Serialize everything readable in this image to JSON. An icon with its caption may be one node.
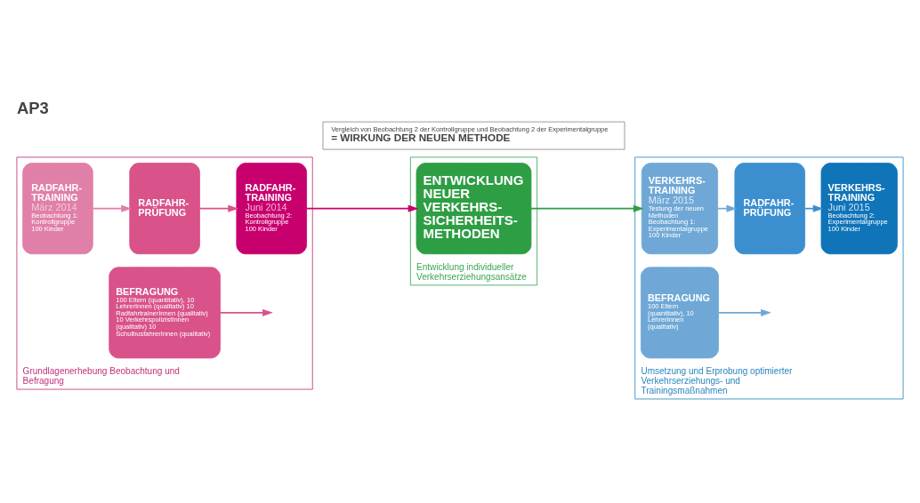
{
  "diagram": {
    "title": "AP3",
    "nodes": [
      {
        "text": [
          "Grundlagenerhebung Beobachtung und Befragung"
        ]
      },
      {
        "text": [
          "RADFAHR- TRAINING",
          "März 2014",
          "Beobachtung 1: Kontrollgruppe",
          "100 Kinder"
        ],
        "in": 0
      },
      {
        "text": [
          "RADFAHR- PRÜFUNG"
        ],
        "in": 0
      },
      {
        "text": [
          "RADFAHR- TRAINING",
          "Juni 2014",
          "Beobachtung 2: Kontrollgruppe",
          "100 Kinder"
        ],
        "in": 0
      },
      {
        "text": [
          "BEFRAGUNG",
          "100 Eltern (quantitativ), 10 LehrerInnen (qualitativ) 10 RadfahrtrainerInnen (qualitativ) 10 VerkehrspolizistInnen (qualitativ) 10 SchulbusfahrerInnen (qualitativ)"
        ],
        "in": 0
      },
      {
        "text": [
          "Entwicklung individueller Verkehrserziehungsansätze"
        ]
      },
      {
        "text": [
          "ENTWICKLUNG NEUER VERKEHRS- SICHERHEITS- METHODEN"
        ],
        "in": 5
      },
      {
        "text": [
          "Umsetzung und Erprobung optimierter Verkehrserziehungs- und Trainingsmaßnahmen"
        ]
      },
      {
        "text": [
          "VERKEHRS- TRAINING",
          "März 2015",
          "Testung der neuen Methoden",
          "Beobachtung 1: Experimentalgruppe",
          "100 Kinder"
        ],
        "in": 7
      },
      {
        "text": [
          "RADFAHR- PRÜFUNG"
        ],
        "in": 7
      },
      {
        "text": [
          "VERKEHRS- TRAINING",
          "Juni 2015",
          "Beobachtung 2: Experimentalgruppe",
          "100 Kinder"
        ],
        "in": 7
      },
      {
        "text": [
          "BEFRAGUNG",
          "100 Eltern (quantitativ), 10 LehrerInnen (qualitativ)"
        ],
        "in": 7
      },
      {
        "text": [
          "Vergleich von Beobachtung 2 der Kontrollgruppe und Beobachtung 2 der Experimentalgruppe",
          "= WIRKUNG DER NEUEN METHODE"
        ]
      }
    ],
    "edges": [
      {
        "from": 1,
        "to": 2,
        "arrow": "to",
        "color": "#e07fa8"
      },
      {
        "from": 2,
        "to": 3,
        "arrow": "to",
        "color": "#d9528a"
      },
      {
        "from": 3,
        "to": 6,
        "arrow": "to",
        "color": "#c8006e"
      },
      {
        "from": 4,
        "to": null,
        "arrow": "to",
        "color": "#d9528a"
      },
      {
        "from": 6,
        "to": 8,
        "arrow": "to",
        "color": "#2e9e44"
      },
      {
        "from": 8,
        "to": 9,
        "arrow": "to",
        "color": "#6fa8d6"
      },
      {
        "from": 9,
        "to": 10,
        "arrow": "to",
        "color": "#3b8fcf"
      },
      {
        "from": 11,
        "to": null,
        "arrow": "to",
        "color": "#6fa8d6"
      }
    ]
  }
}
